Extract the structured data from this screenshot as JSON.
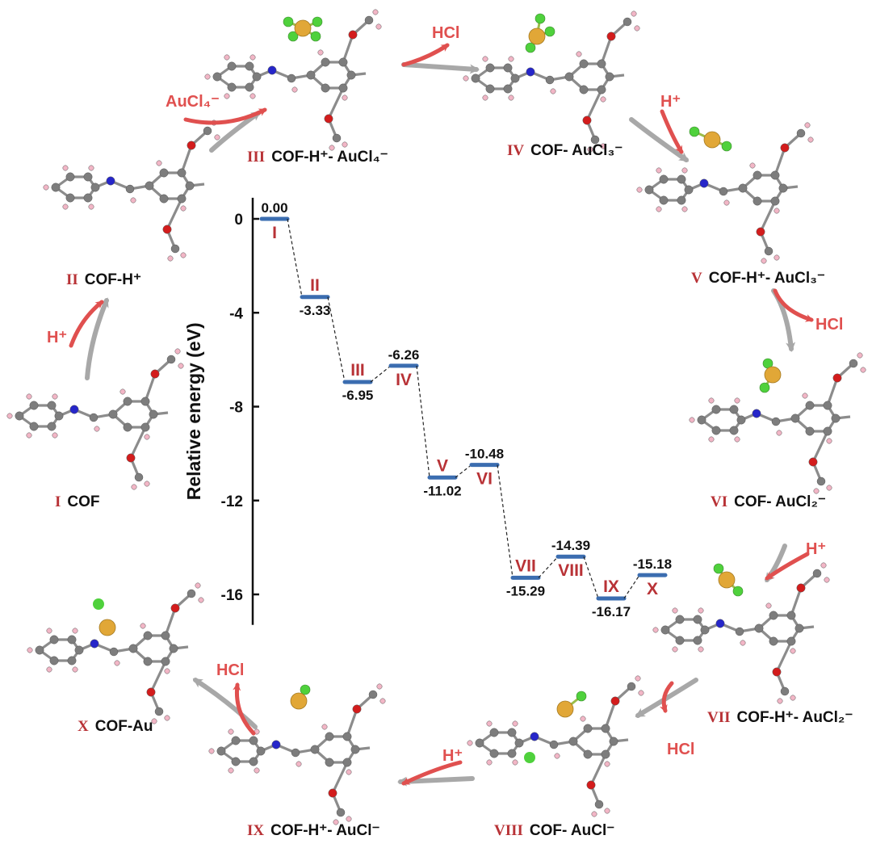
{
  "captions": {
    "I": {
      "roman": "I",
      "label": "COF"
    },
    "II": {
      "roman": "II",
      "label": "COF-H⁺"
    },
    "III": {
      "roman": "III",
      "label": "COF-H⁺- AuCl₄⁻"
    },
    "IV": {
      "roman": "IV",
      "label": "COF- AuCl₃⁻"
    },
    "V": {
      "roman": "V",
      "label": "COF-H⁺- AuCl₃⁻"
    },
    "VI": {
      "roman": "VI",
      "label": "COF- AuCl₂⁻"
    },
    "VII": {
      "roman": "VII",
      "label": "COF-H⁺- AuCl₂⁻"
    },
    "VIII": {
      "roman": "VIII",
      "label": "COF- AuCl⁻"
    },
    "IX": {
      "roman": "IX",
      "label": "COF-H⁺- AuCl⁻"
    },
    "X": {
      "roman": "X",
      "label": "COF-Au"
    }
  },
  "reagents": {
    "h_plus": "H⁺",
    "hcl": "HCl",
    "aucl4": "AuCl₄⁻"
  },
  "colors": {
    "red_arrow": "#e0504f",
    "grey_arrow": "#a8a8a8",
    "level": "#3b6db0",
    "roman": "#b83236",
    "carbon": "#7d7d7d",
    "hydrogen": "#f2b6c6",
    "nitrogen": "#2626c9",
    "oxygen": "#d31c1c",
    "gold": "#e1a737",
    "chlorine": "#4fd13c"
  },
  "chart_data": {
    "type": "energy-profile",
    "ylabel": "Relative energy (eV)",
    "ylim": [
      -17.3,
      0.9
    ],
    "yticks": [
      0,
      -4,
      -8,
      -12,
      -16
    ],
    "grid": false,
    "steps": [
      {
        "id": "I",
        "label": "I",
        "energy": 0.0,
        "value_label": "0.00",
        "value_pos": "above",
        "roman_pos": "below"
      },
      {
        "id": "II",
        "label": "II",
        "energy": -3.33,
        "value_label": "-3.33",
        "value_pos": "below",
        "roman_pos": "above"
      },
      {
        "id": "III",
        "label": "III",
        "energy": -6.95,
        "value_label": "-6.95",
        "value_pos": "below",
        "roman_pos": "above"
      },
      {
        "id": "IV",
        "label": "IV",
        "energy": -6.26,
        "value_label": "-6.26",
        "value_pos": "above",
        "roman_pos": "below"
      },
      {
        "id": "V",
        "label": "V",
        "energy": -11.02,
        "value_label": "-11.02",
        "value_pos": "below",
        "roman_pos": "above"
      },
      {
        "id": "VI",
        "label": "VI",
        "energy": -10.48,
        "value_label": "-10.48",
        "value_pos": "above",
        "roman_pos": "below"
      },
      {
        "id": "VII",
        "label": "VII",
        "energy": -15.29,
        "value_label": "-15.29",
        "value_pos": "below",
        "roman_pos": "above"
      },
      {
        "id": "VIII",
        "label": "VIII",
        "energy": -14.39,
        "value_label": "-14.39",
        "value_pos": "above",
        "roman_pos": "below"
      },
      {
        "id": "IX",
        "label": "IX",
        "energy": -16.17,
        "value_label": "-16.17",
        "value_pos": "below",
        "roman_pos": "above"
      },
      {
        "id": "X",
        "label": "X",
        "energy": -15.18,
        "value_label": "-15.18",
        "value_pos": "above",
        "roman_pos": "below"
      }
    ]
  }
}
